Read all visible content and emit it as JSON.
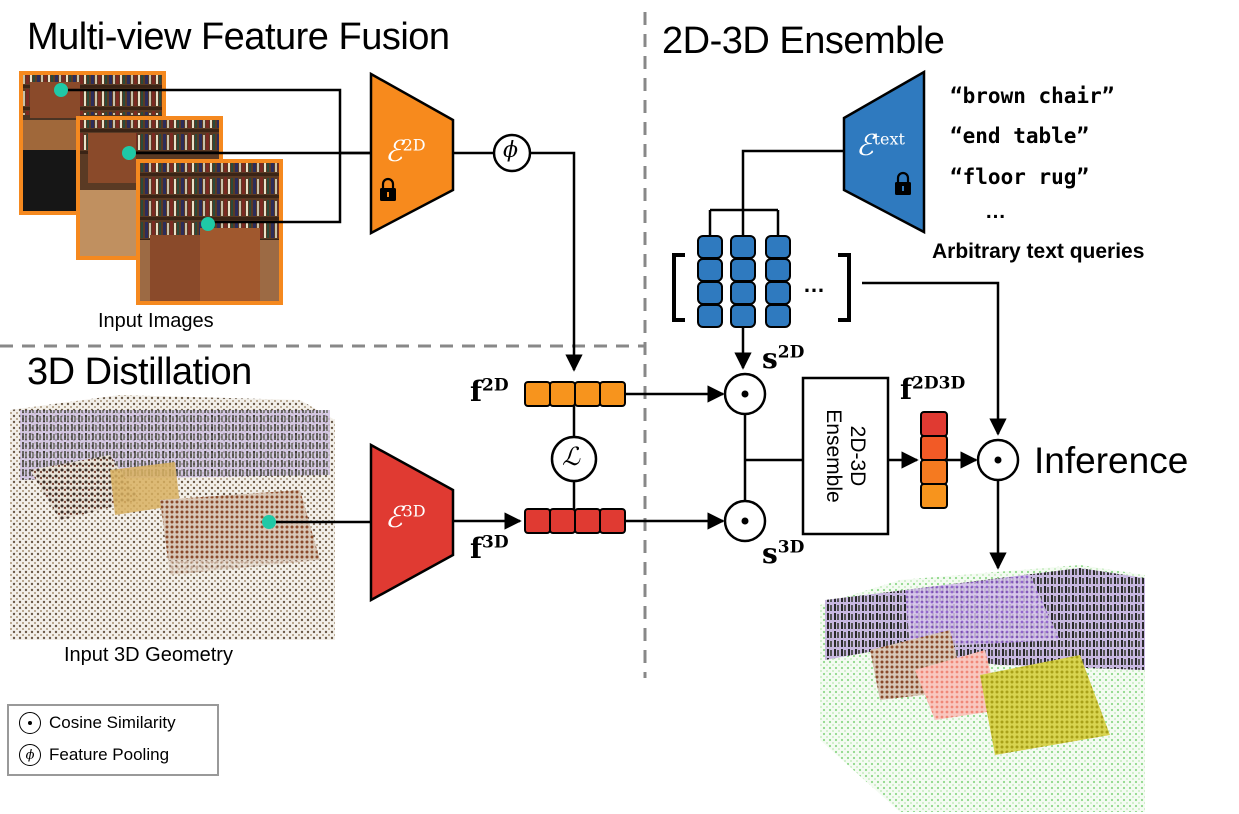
{
  "sections": {
    "fusion": "Multi-view Feature Fusion",
    "ensemble": "2D-3D Ensemble",
    "distill": "3D Distillation"
  },
  "captions": {
    "input_images": "Input Images",
    "input_geometry": "Input 3D Geometry",
    "inference": "Inference",
    "ensemble_box": "2D-3D Ensemble",
    "arbitrary": "Arbitrary text queries",
    "ellipsis": "…"
  },
  "queries": [
    "“brown chair”",
    "“end table”",
    "“floor rug”",
    "…"
  ],
  "encoders": {
    "e2d": {
      "sym": "ℰ",
      "sup": "2D",
      "color": "#f78a1d"
    },
    "e3d": {
      "sym": "ℰ",
      "sup": "3D",
      "color": "#e03a32"
    },
    "etext": {
      "sym": "ℰ",
      "sup": "text",
      "color": "#2f7abf"
    }
  },
  "features": {
    "f2d": {
      "base": "f",
      "sup": "2D"
    },
    "f3d": {
      "base": "f",
      "sup": "3D"
    },
    "f2d3d": {
      "base": "f",
      "sup": "2D3D"
    },
    "s2d": {
      "base": "s",
      "sup": "2D"
    },
    "s3d": {
      "base": "s",
      "sup": "3D"
    }
  },
  "symbols": {
    "pool": "ϕ",
    "loss": "ℒ",
    "dot": "⊙"
  },
  "legend": [
    {
      "symbol": "⊙",
      "label": "Cosine Similarity"
    },
    {
      "symbol": "ϕ",
      "label": "Feature Pooling"
    }
  ],
  "colors": {
    "orange": "#f7941d",
    "red": "#e03a32",
    "blue": "#2f7abf",
    "teal": "#1fc9a6",
    "frame": "#f5891f"
  }
}
